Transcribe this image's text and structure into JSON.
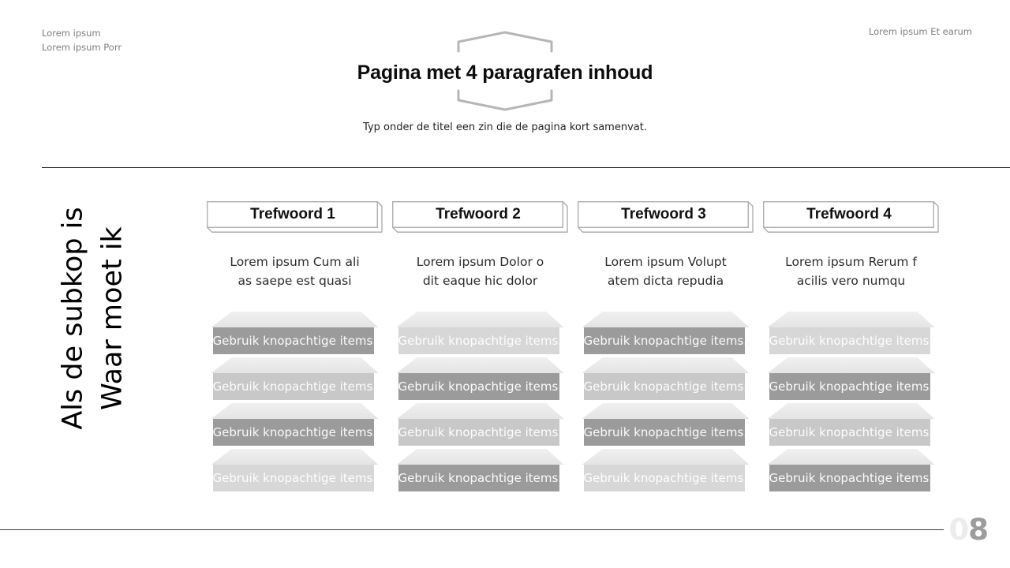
{
  "meta": {
    "top_left_line1": "Lorem ipsum",
    "top_left_line2": "Lorem ipsum Porr",
    "top_right": "Lorem ipsum Et earum"
  },
  "page": {
    "title": "Pagina met 4 paragrafen inhoud",
    "subtitle": "Typ onder de titel een zin die de pagina kort samenvat.",
    "side_heading_line1": "Als de subkop is",
    "side_heading_line2": "Waar moet ik",
    "page_number_faded": "0",
    "page_number_dark": "8"
  },
  "colors": {
    "hexagon_stroke": "#b6b6b6",
    "keyword_border": "#a8a8a8",
    "item_dark": "#9b9b9b",
    "item_light": "#c8c8c8",
    "item_lighter": "#d7d7d7"
  },
  "columns": [
    {
      "keyword": "Trefwoord 1",
      "description": "Lorem ipsum Cum ali\nas saepe est quasi",
      "items": [
        {
          "label": "Gebruik knopachtige items.",
          "color": "#9b9b9b"
        },
        {
          "label": "Gebruik knopachtige items.",
          "color": "#c8c8c8"
        },
        {
          "label": "Gebruik knopachtige items.",
          "color": "#9b9b9b"
        },
        {
          "label": "Gebruik knopachtige items.",
          "color": "#d7d7d7"
        }
      ]
    },
    {
      "keyword": "Trefwoord 2",
      "description": "Lorem ipsum Dolor o\ndit eaque hic dolor",
      "items": [
        {
          "label": "Gebruik knopachtige items.",
          "color": "#d7d7d7"
        },
        {
          "label": "Gebruik knopachtige items.",
          "color": "#9b9b9b"
        },
        {
          "label": "Gebruik knopachtige items.",
          "color": "#c8c8c8"
        },
        {
          "label": "Gebruik knopachtige items.",
          "color": "#9b9b9b"
        }
      ]
    },
    {
      "keyword": "Trefwoord 3",
      "description": "Lorem ipsum Volupt\natem dicta repudia",
      "items": [
        {
          "label": "Gebruik knopachtige items.",
          "color": "#9b9b9b"
        },
        {
          "label": "Gebruik knopachtige items.",
          "color": "#c8c8c8"
        },
        {
          "label": "Gebruik knopachtige items.",
          "color": "#9b9b9b"
        },
        {
          "label": "Gebruik knopachtige items.",
          "color": "#d7d7d7"
        }
      ]
    },
    {
      "keyword": "Trefwoord 4",
      "description": "Lorem ipsum Rerum f\nacilis vero numqu",
      "items": [
        {
          "label": "Gebruik knopachtige items.",
          "color": "#d7d7d7"
        },
        {
          "label": "Gebruik knopachtige items.",
          "color": "#9b9b9b"
        },
        {
          "label": "Gebruik knopachtige items.",
          "color": "#c8c8c8"
        },
        {
          "label": "Gebruik knopachtige items.",
          "color": "#9b9b9b"
        }
      ]
    }
  ]
}
